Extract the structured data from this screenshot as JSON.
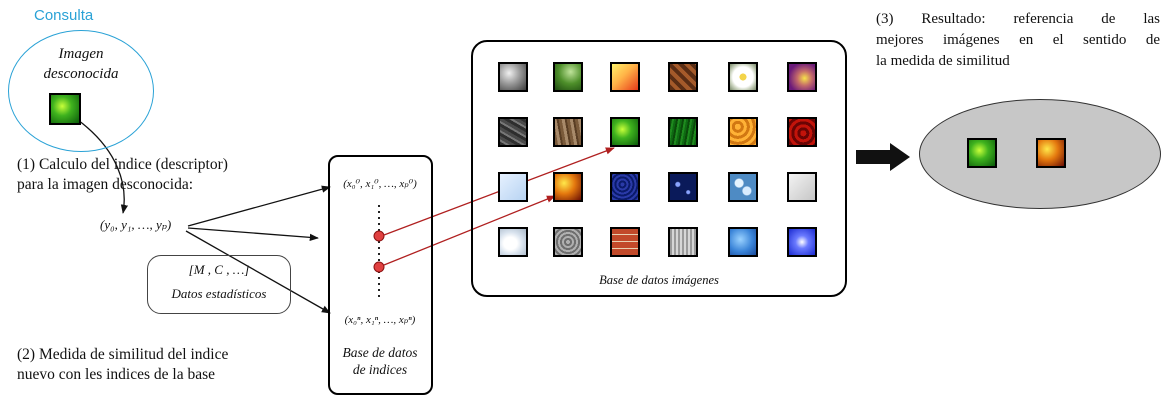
{
  "query": {
    "title": "Consulta",
    "caption_line1": "Imagen",
    "caption_line2": "desconocida",
    "thumbnail": "green-radial"
  },
  "step1": {
    "line1": "(1) Calculo del indice (descriptor)",
    "line2": "para la imagen desconocida:"
  },
  "query_vector": "(y₀, y₁, …, yₚ)",
  "stats": {
    "set": "[M , C , …]",
    "label": "Datos estadísticos"
  },
  "step2": {
    "line1": "(2) Medida de similitud del indice",
    "line2": "nuevo con les indices de la base"
  },
  "index_db": {
    "first_vector": "(x₀⁰, x₁⁰, …, xₚ⁰)",
    "last_vector": "(x₀ⁿ, x₁ⁿ, …, xₚⁿ)",
    "label_line1": "Base de datos",
    "label_line2": "de indices"
  },
  "image_db": {
    "label": "Base de datos imágenes",
    "grid": [
      [
        "grey-blur",
        "green-leaf",
        "orange-gradient",
        "brown-weave",
        "white-flower",
        "purple-yellow"
      ],
      [
        "dark-stone",
        "brown-bark",
        "green-radial",
        "green-grass",
        "orange-texture",
        "red-swirl"
      ],
      [
        "light-blue",
        "orange-radial",
        "blue-noise",
        "navy-stars",
        "blue-droplets",
        "light-grey"
      ],
      [
        "white-drop",
        "grey-gravel",
        "brick-wall",
        "grey-fabric",
        "blue-water",
        "blue-radial"
      ]
    ]
  },
  "result": {
    "line1": "(3) Resultado: referencia de las",
    "line2": "mejores imágenes en el sentido de",
    "line3": "la medida de similitud",
    "thumbnails": [
      "green-radial",
      "orange-radial"
    ]
  },
  "colors": {
    "consulta": "#2aa2d6",
    "arrow_red": "#b02020",
    "marker": "#e04040",
    "ellipse": "#c7c7c7"
  }
}
